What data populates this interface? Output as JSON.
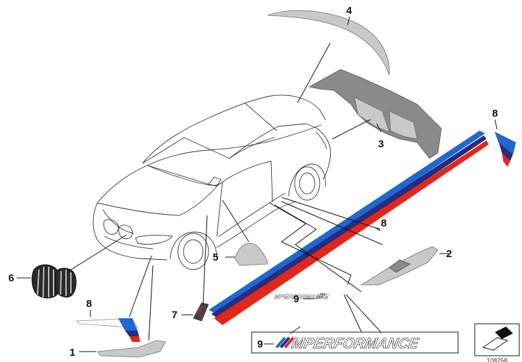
{
  "callouts": [
    {
      "key": "c1",
      "label": "1"
    },
    {
      "key": "c2",
      "label": "2"
    },
    {
      "key": "c3",
      "label": "3"
    },
    {
      "key": "c4",
      "label": "4"
    },
    {
      "key": "c5",
      "label": "5"
    },
    {
      "key": "c6",
      "label": "6"
    },
    {
      "key": "c7",
      "label": "7"
    },
    {
      "key": "c8a",
      "label": "8"
    },
    {
      "key": "c8b",
      "label": "8"
    },
    {
      "key": "c8c",
      "label": "8"
    },
    {
      "key": "c9a",
      "label": "9"
    },
    {
      "key": "c9b",
      "label": "9"
    }
  ],
  "emblem": {
    "text": "PERFORMANCE",
    "letter": "M",
    "stripe_colors": [
      "#1c69d4",
      "#2c2a7a",
      "#e22718"
    ]
  },
  "reference_number": "108258",
  "colors": {
    "line": "#111111",
    "part_grey": "#c9c9c9",
    "m_light_blue": "#1c69d4",
    "m_dark_blue": "#2c2a7a",
    "m_red": "#e22718"
  },
  "icons": [
    "direction-arrow-icon"
  ]
}
